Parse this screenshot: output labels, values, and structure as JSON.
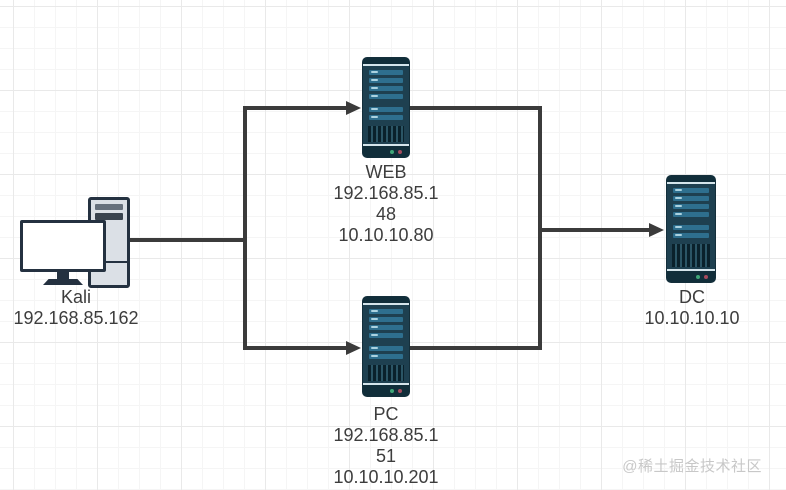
{
  "diagram": {
    "nodes": {
      "kali": {
        "type": "desktop-computer",
        "title": "Kali",
        "line1": "192.168.85.162"
      },
      "web": {
        "type": "server",
        "title": "WEB",
        "line1": "192.168.85.1",
        "line2": "48",
        "line3": "10.10.10.80"
      },
      "pc": {
        "type": "server",
        "title": "PC",
        "line1": "192.168.85.1",
        "line2": "51",
        "line3": "10.10.10.201"
      },
      "dc": {
        "type": "server",
        "title": "DC",
        "line1": "10.10.10.10"
      }
    },
    "edges": [
      {
        "from": "Kali",
        "to": "WEB",
        "arrow": "end"
      },
      {
        "from": "Kali",
        "to": "PC",
        "arrow": "end"
      },
      {
        "from": "WEB",
        "to": "DC",
        "arrow": "end"
      },
      {
        "from": "PC",
        "to": "DC",
        "arrow": "end"
      }
    ]
  },
  "watermark": {
    "text": "@稀土掘金技术社区"
  },
  "colors": {
    "connector": "#3b3b3b",
    "server_body": "#1e4050",
    "server_cap": "#112e3a",
    "server_bar": "#2e6f8e",
    "led_green": "#3fa678",
    "led_red": "#a64b5d",
    "tower_fill": "#dbe0e6",
    "icon_outline": "#243140",
    "power_dot": "#2f6fd6",
    "label_text": "#3d3d3d",
    "watermark_text": "#c8c8c8"
  }
}
